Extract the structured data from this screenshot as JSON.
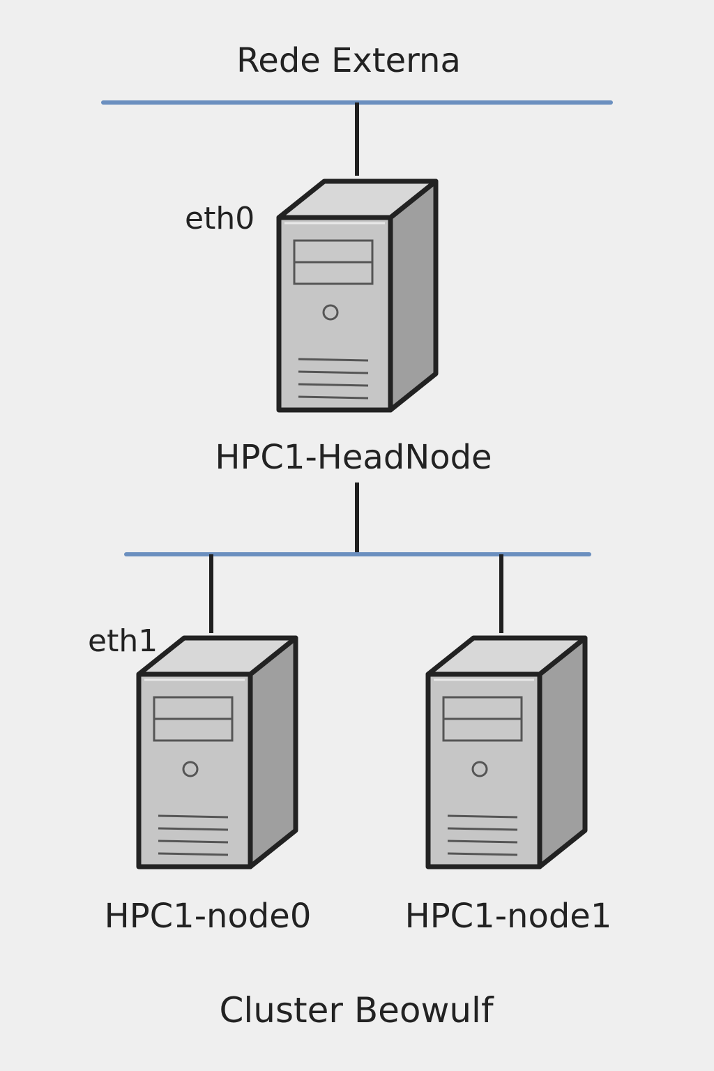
{
  "diagram": {
    "external_network_label": "Rede Externa",
    "interfaces": {
      "head": "eth0",
      "internal": "eth1"
    },
    "servers": [
      {
        "id": "head",
        "label": "HPC1-HeadNode"
      },
      {
        "id": "node0",
        "label": "HPC1-node0"
      },
      {
        "id": "node1",
        "label": "HPC1-node1"
      }
    ],
    "caption": "Cluster Beowulf"
  },
  "colors": {
    "background": "#efefef",
    "network_line": "#6b8fbf",
    "cable": "#1f1f1f",
    "server_front": "#c6c6c6",
    "server_side": "#9f9f9f",
    "server_top": "#d8d8d8",
    "outline": "#222222",
    "text": "#222222"
  }
}
